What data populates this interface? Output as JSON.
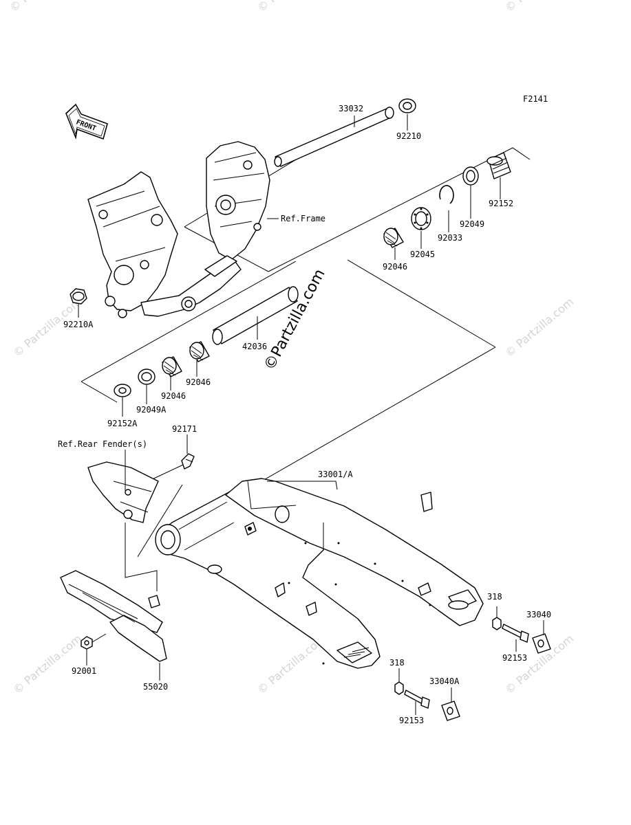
{
  "figure_id": "F2141",
  "front_arrow_label": "FRONT",
  "watermark_small": "© Partzilla.com",
  "watermark_large": "©Partzilla.com",
  "labels": {
    "p33032": "33032",
    "p92210": "92210",
    "p92152": "92152",
    "ref_frame": "Ref.Frame",
    "p92049": "92049",
    "p92033": "92033",
    "p92045": "92045",
    "p92046_top": "92046",
    "p92210A": "92210A",
    "p42036": "42036",
    "p92046_mid": "92046",
    "p92046_low": "92046",
    "p92049A": "92049A",
    "p92152A": "92152A",
    "p92171": "92171",
    "ref_rear_fender": "Ref.Rear Fender(s)",
    "p33001A": "33001/A",
    "p318_top": "318",
    "p33040": "33040",
    "p92153_top": "92153",
    "p318_low": "318",
    "p33040A": "33040A",
    "p92153_low": "92153",
    "p92001": "92001",
    "p55020": "55020"
  }
}
